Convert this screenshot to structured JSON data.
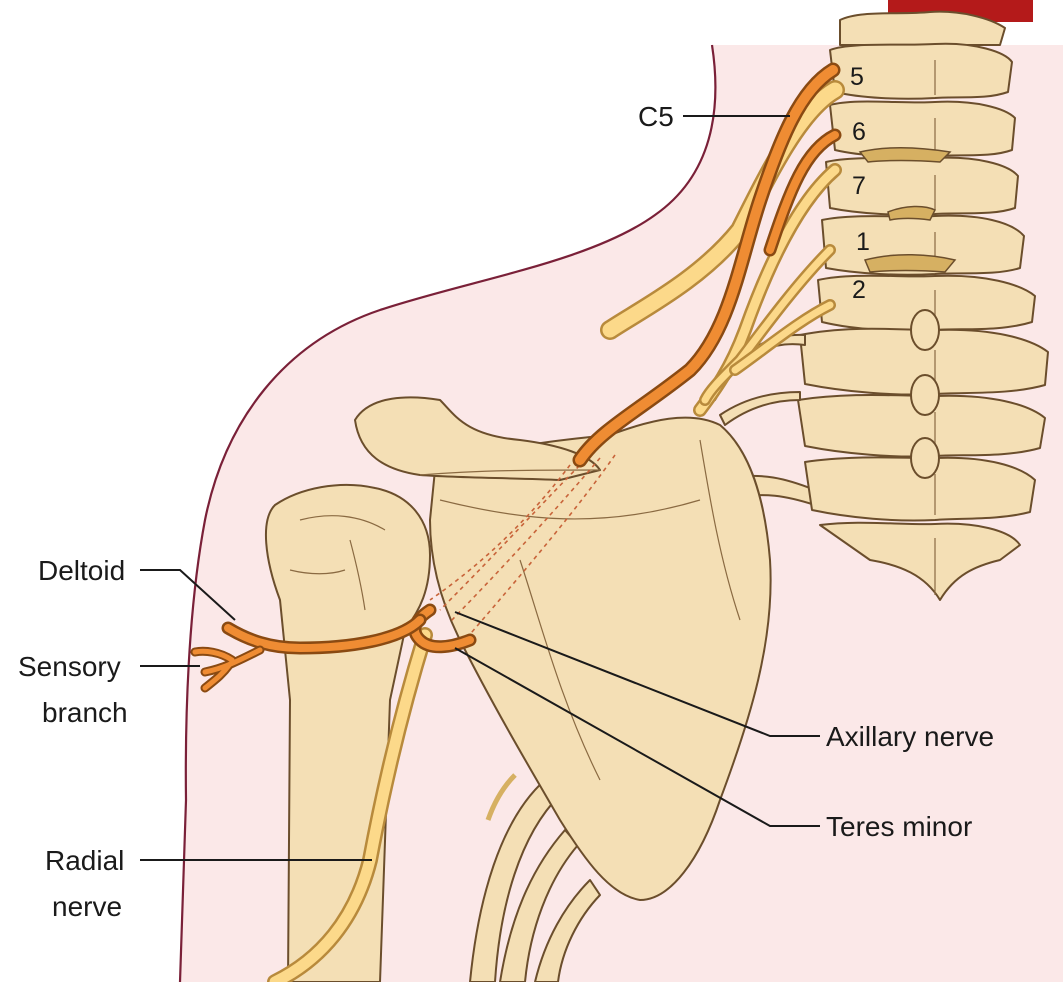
{
  "labels": {
    "c5": "C5",
    "deltoid": "Deltoid",
    "sensory_line1": "Sensory",
    "sensory_line2": "branch",
    "axillary": "Axillary nerve",
    "teres": "Teres minor",
    "radial_line1": "Radial",
    "radial_line2": "nerve"
  },
  "vertebra_numbers": {
    "v5": "5",
    "v6": "6",
    "v7": "7",
    "v1": "1",
    "v2": "2"
  },
  "colors": {
    "skin": "#fbe8e8",
    "skin_outline": "#7a2038",
    "bone": "#f4dfb5",
    "nerve_orange": "#ef8c33",
    "nerve_yellow": "#fcd98a",
    "corner_tab": "#b41a1a"
  }
}
